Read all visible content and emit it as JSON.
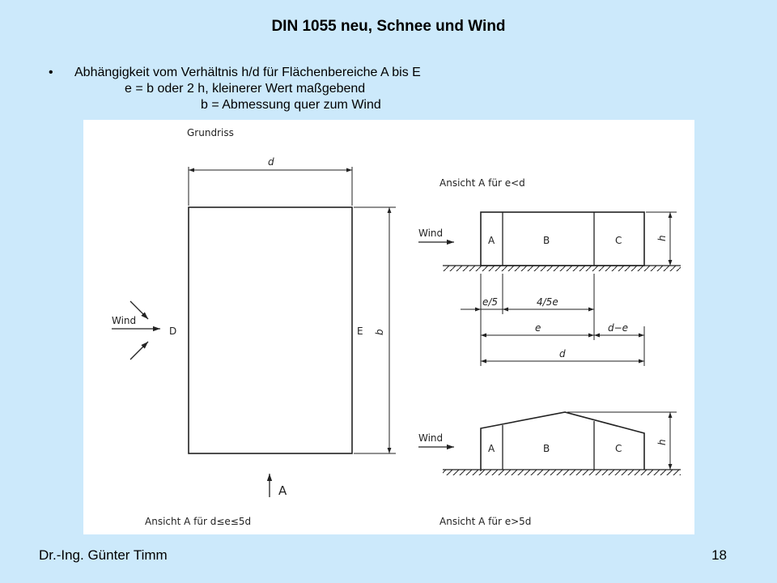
{
  "slide": {
    "title": "DIN 1055 neu, Schnee und Wind",
    "bullet_symbol": "•",
    "bullet_line1": "Abhängigkeit vom Verhältnis h/d für Flächenbereiche A bis E",
    "bullet_line2": "e = b oder 2 h, kleinerer Wert maßgebend",
    "bullet_line3": "b = Abmessung quer zum Wind",
    "footer_author": "Dr.-Ing. Günter Timm",
    "page_number": "18"
  },
  "figure": {
    "plan": {
      "title": "Grundriss",
      "dim_d": "d",
      "dim_b": "b",
      "wind_label": "Wind",
      "zone_d": "D",
      "zone_e": "E",
      "view_arrow_label": "A",
      "caption": "Ansicht A für d≤e≤5d"
    },
    "view1": {
      "title": "Ansicht A für e<d",
      "wind_label": "Wind",
      "zone_a": "A",
      "zone_b": "B",
      "zone_c": "C",
      "dim_h": "h",
      "dim_e5": "e/5",
      "dim_4e5": "4/5e",
      "dim_e": "e",
      "dim_de": "d−e",
      "dim_d": "d"
    },
    "view2": {
      "wind_label": "Wind",
      "zone_a": "A",
      "zone_b": "B",
      "zone_c": "C",
      "dim_h": "h",
      "caption": "Ansicht A für e>5d"
    },
    "colors": {
      "line": "#222222",
      "background": "#ffffff",
      "slide_bg": "#cce9fb"
    }
  }
}
